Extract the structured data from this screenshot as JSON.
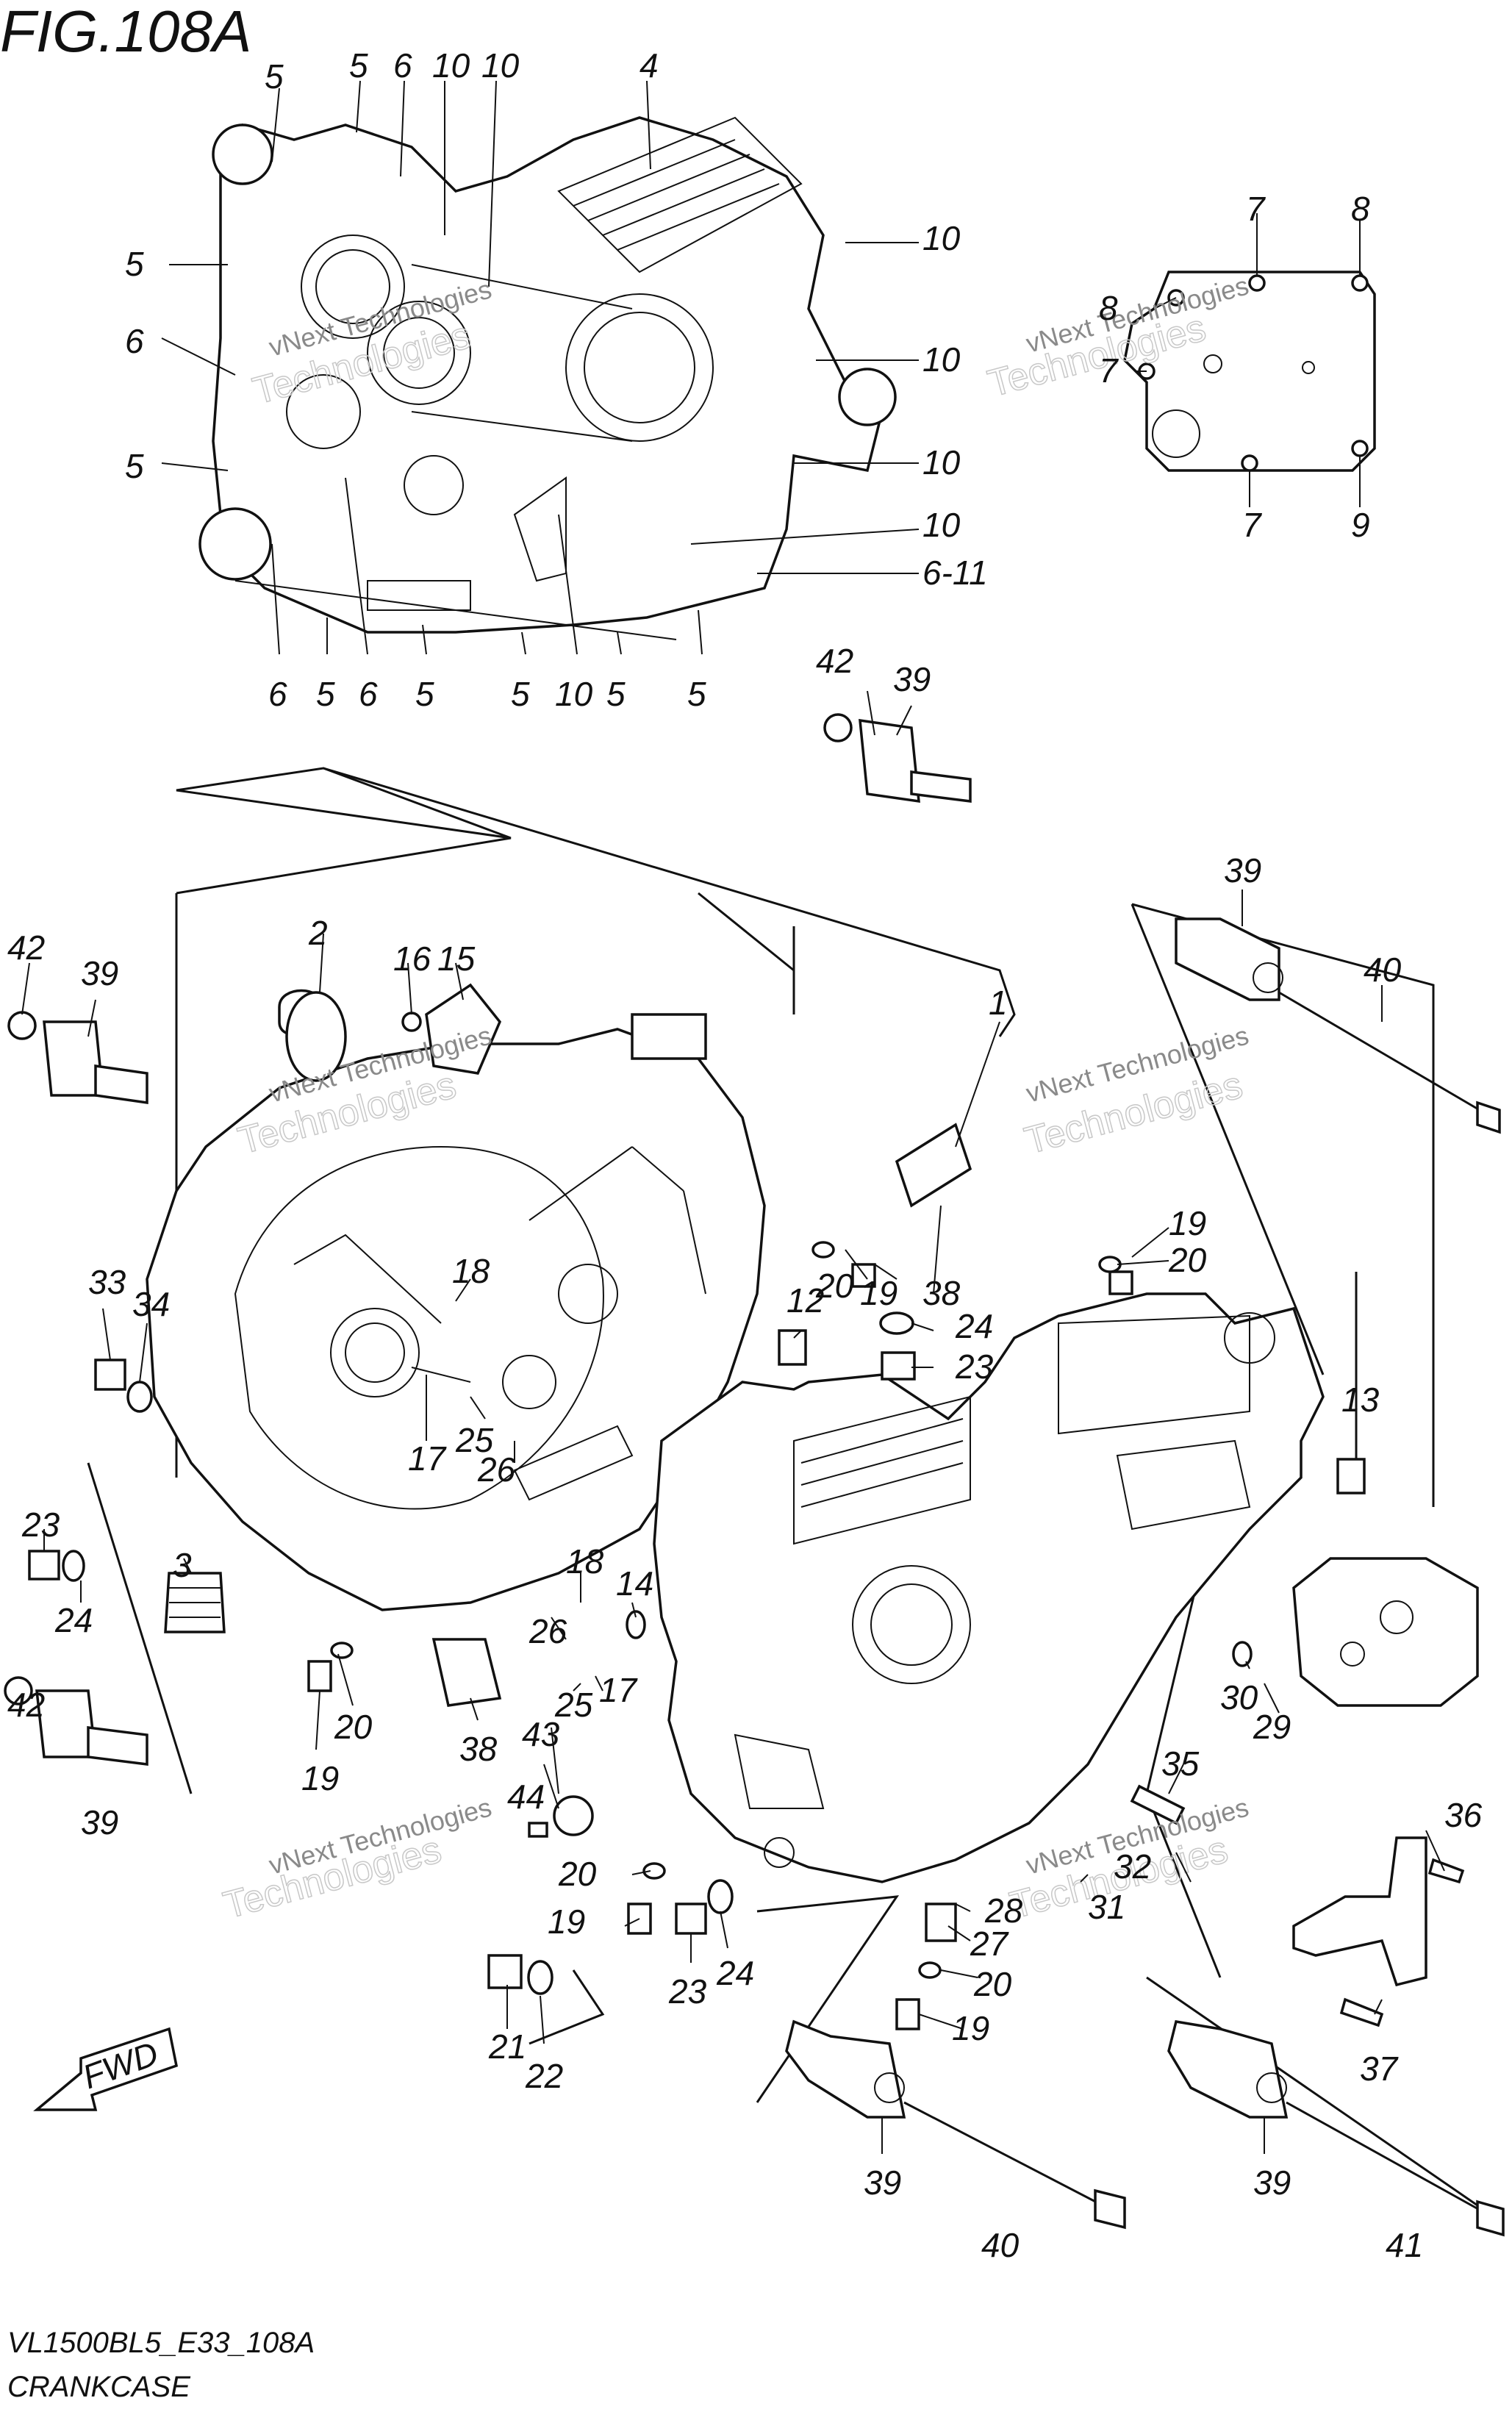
{
  "figure": {
    "title": "FIG.108A",
    "model_code": "VL1500BL5_E33_108A",
    "section_name": "CRANKCASE",
    "fwd_label": "FWD"
  },
  "watermark": {
    "line1": "vNext Technologies",
    "line2": "Technologies"
  },
  "callouts": [
    "5",
    "5",
    "6",
    "10",
    "10",
    "4",
    "10",
    "5",
    "10",
    "6",
    "10",
    "5",
    "10",
    "10",
    "6-11",
    "6",
    "5",
    "6",
    "5",
    "5",
    "10",
    "5",
    "5",
    "7",
    "8",
    "8",
    "7",
    "7",
    "9",
    "42",
    "39",
    "1",
    "2",
    "16",
    "15",
    "42",
    "39",
    "39",
    "40",
    "19",
    "20",
    "20",
    "19",
    "38",
    "12",
    "24",
    "23",
    "18",
    "33",
    "34",
    "13",
    "17",
    "25",
    "26",
    "23",
    "24",
    "3",
    "18",
    "14",
    "26",
    "25",
    "17",
    "20",
    "19",
    "38",
    "43",
    "44",
    "30",
    "29",
    "42",
    "39",
    "35",
    "36",
    "20",
    "32",
    "31",
    "19",
    "28",
    "27",
    "23",
    "24",
    "20",
    "21",
    "22",
    "19",
    "37",
    "39",
    "40",
    "39",
    "41"
  ]
}
